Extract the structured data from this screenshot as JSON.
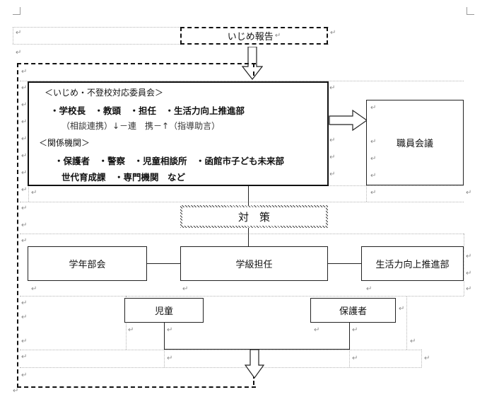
{
  "page": {
    "para_mark": "↵"
  },
  "report": {
    "title": "いじめ報告"
  },
  "committee": {
    "heading": "＜いじめ・不登校対応委員会＞",
    "members": "・学校長　・教頭　・担任　・生活力向上推進部",
    "relation": "（相談連携）↓－連　携－↑（指導助言）",
    "related_heading": "＜関係機関＞",
    "related_line1": "・保護者　・警察　・児童相談所　・函館市子ども未来部",
    "related_line2": "世代育成課　・専門機関　など"
  },
  "staff_meeting": {
    "label": "職員会議"
  },
  "measures": {
    "label": "対　策"
  },
  "row": {
    "grade_meeting": "学年部会",
    "class_teacher": "学級担任",
    "life_skills": "生活力向上推進部"
  },
  "bottom": {
    "student": "児童",
    "guardian": "保護者"
  }
}
